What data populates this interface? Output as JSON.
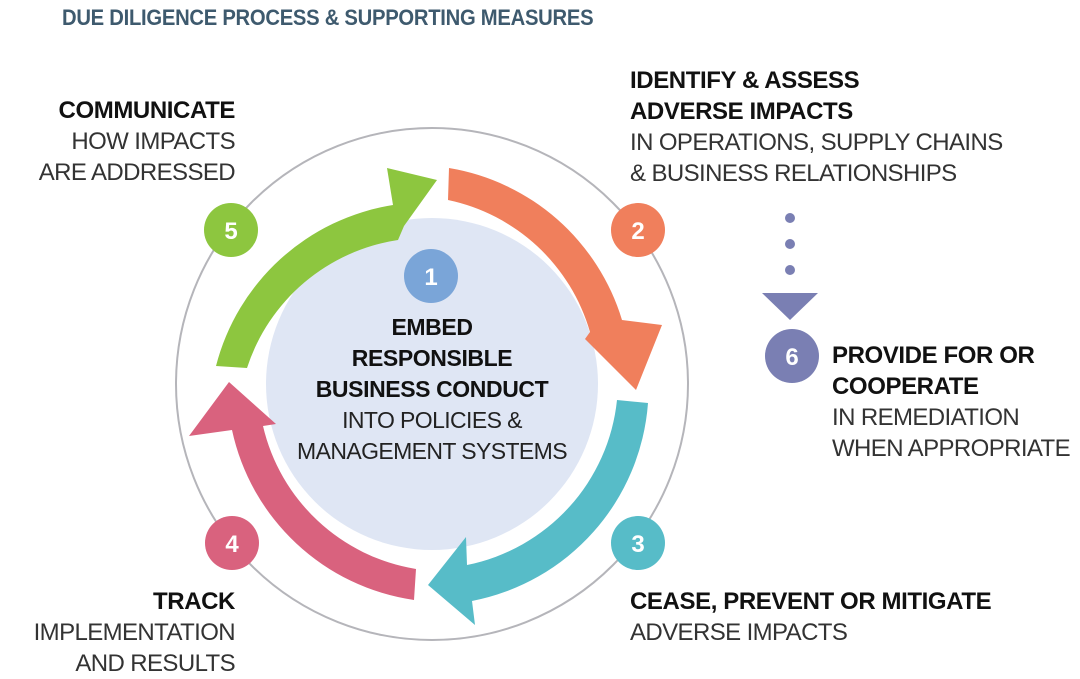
{
  "title": "DUE DILIGENCE PROCESS & SUPPORTING MEASURES",
  "colors": {
    "title": "#3e5a6e",
    "outer_ring": "#b5b5ba",
    "center_fill": "#dfe6f4",
    "step1": "#7aa5d8",
    "step2": "#f07f5c",
    "step3": "#57bcc8",
    "step4": "#d9627e",
    "step5": "#8dc63f",
    "step6": "#7a7fb3"
  },
  "steps": [
    {
      "number": "1",
      "heading_lines": [
        "EMBED",
        "RESPONSIBLE",
        "BUSINESS CONDUCT"
      ],
      "sub_lines": [
        "INTO POLICIES &",
        "MANAGEMENT SYSTEMS"
      ]
    },
    {
      "number": "2",
      "heading_lines": [
        "IDENTIFY & ASSESS",
        "ADVERSE IMPACTS"
      ],
      "sub_lines": [
        "IN OPERATIONS, SUPPLY CHAINS",
        "& BUSINESS RELATIONSHIPS"
      ]
    },
    {
      "number": "3",
      "heading_lines": [
        "CEASE, PREVENT OR MITIGATE"
      ],
      "sub_lines": [
        "ADVERSE IMPACTS"
      ]
    },
    {
      "number": "4",
      "heading_lines": [
        "TRACK"
      ],
      "sub_lines": [
        "IMPLEMENTATION",
        "AND RESULTS"
      ]
    },
    {
      "number": "5",
      "heading_lines": [
        "COMMUNICATE"
      ],
      "sub_lines": [
        "HOW IMPACTS",
        "ARE ADDRESSED"
      ]
    },
    {
      "number": "6",
      "heading_lines": [
        "PROVIDE FOR OR",
        "COOPERATE"
      ],
      "sub_lines": [
        "IN REMEDIATION",
        "WHEN APPROPRIATE"
      ]
    }
  ]
}
